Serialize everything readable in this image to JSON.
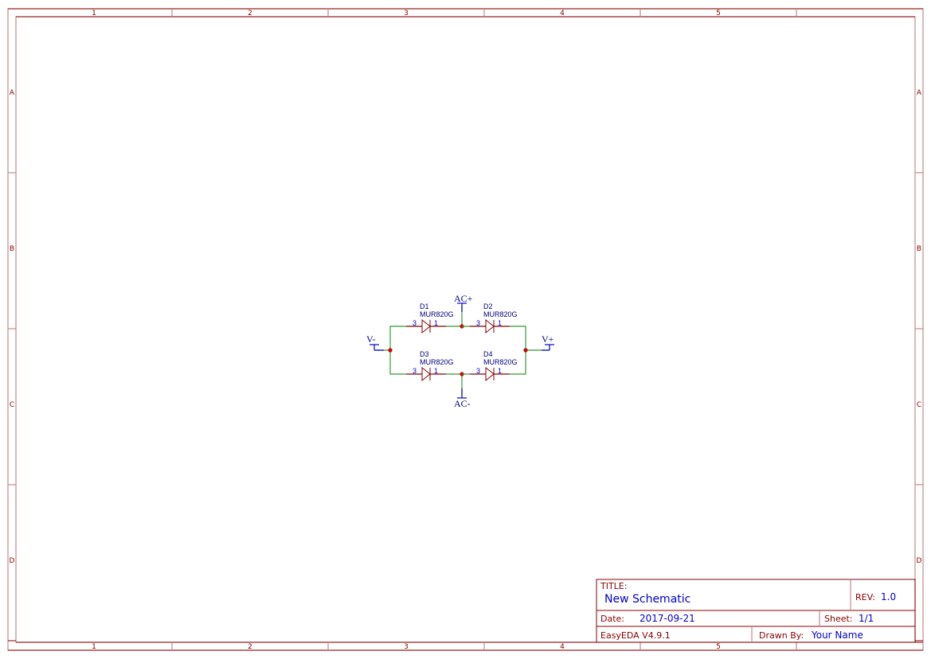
{
  "frame": {
    "columns": [
      "1",
      "2",
      "3",
      "4",
      "5"
    ],
    "rows": [
      "A",
      "B",
      "C",
      "D"
    ]
  },
  "schematic": {
    "diodes": [
      {
        "designator": "D1",
        "part": "MUR820G",
        "pin_anode": "3",
        "pin_cathode": "1"
      },
      {
        "designator": "D2",
        "part": "MUR820G",
        "pin_anode": "3",
        "pin_cathode": "1"
      },
      {
        "designator": "D3",
        "part": "MUR820G",
        "pin_anode": "3",
        "pin_cathode": "1"
      },
      {
        "designator": "D4",
        "part": "MUR820G",
        "pin_anode": "3",
        "pin_cathode": "1"
      }
    ],
    "nets": {
      "ac_plus": "AC+",
      "ac_minus": "AC-",
      "v_minus": "V-",
      "v_plus": "V+"
    },
    "colors": {
      "wire": "#339933",
      "pin": "#880000",
      "junction": "#cc0000",
      "net_flag": "#0000cc",
      "frame": "#880000"
    }
  },
  "title_block": {
    "title_label": "TITLE:",
    "title_value": "New Schematic",
    "rev_label": "REV:",
    "rev_value": "1.0",
    "date_label": "Date:",
    "date_value": "2017-09-21",
    "sheet_label": "Sheet:",
    "sheet_value": "1/1",
    "software": "EasyEDA V4.9.1",
    "drawn_by_label": "Drawn By:",
    "drawn_by_value": "Your Name"
  }
}
